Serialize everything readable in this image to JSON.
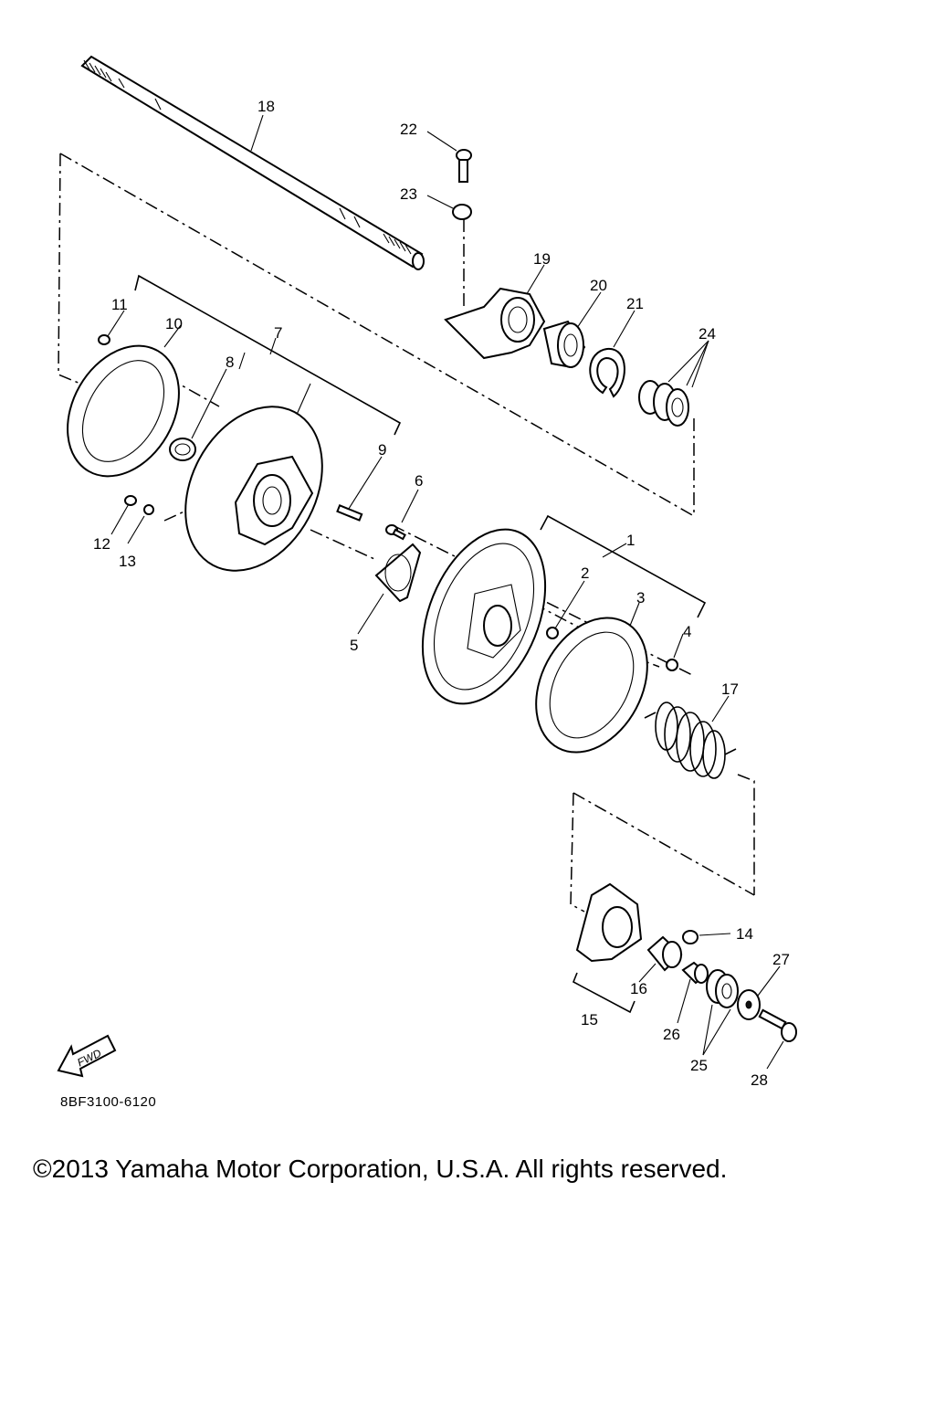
{
  "diagram": {
    "code": "8BF3100-6120",
    "fwd_label": "FWD",
    "callouts": {
      "c1": "1",
      "c2": "2",
      "c3": "3",
      "c4": "4",
      "c5": "5",
      "c6": "6",
      "c7": "7",
      "c8": "8",
      "c9": "9",
      "c10": "10",
      "c11": "11",
      "c12": "12",
      "c13": "13",
      "c14": "14",
      "c15": "15",
      "c16": "16",
      "c17": "17",
      "c18": "18",
      "c19": "19",
      "c20": "20",
      "c21": "21",
      "c22": "22",
      "c23": "23",
      "c24": "24",
      "c25": "25",
      "c26": "26",
      "c27": "27",
      "c28": "28"
    }
  },
  "footer": {
    "copyright": "©2013 Yamaha Motor Corporation, U.S.A. All rights reserved."
  }
}
